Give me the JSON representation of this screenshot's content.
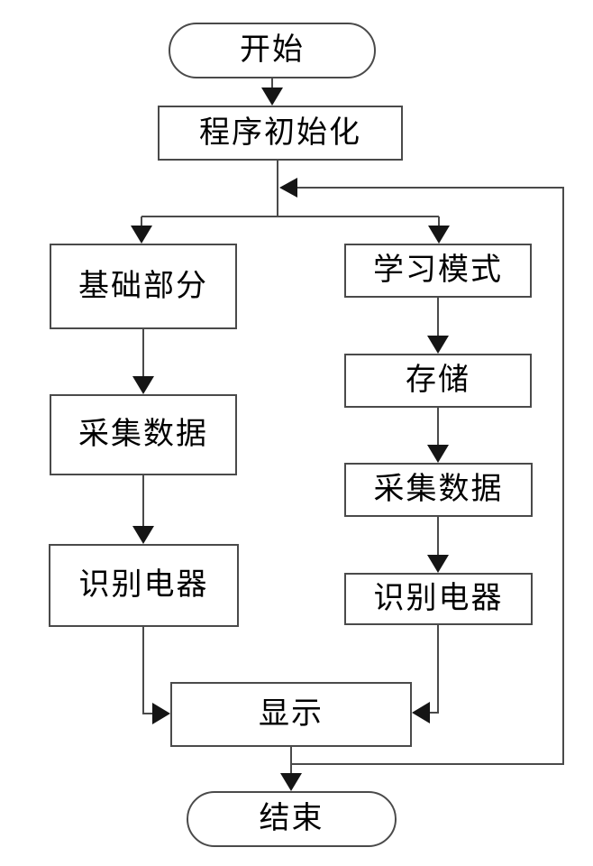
{
  "diagram": {
    "type": "flowchart",
    "background_color": "#ffffff",
    "line_color": "#4a4a4a",
    "arrow_color": "#151515",
    "text_color": "#000000",
    "nodes": {
      "start": {
        "label": "开始",
        "shape": "terminator"
      },
      "init": {
        "label": "程序初始化",
        "shape": "process"
      },
      "basic": {
        "label": "基础部分",
        "shape": "process"
      },
      "collect_left": {
        "label": "采集数据",
        "shape": "process"
      },
      "identify_left": {
        "label": "识别电器",
        "shape": "process"
      },
      "learn": {
        "label": "学习模式",
        "shape": "process"
      },
      "store": {
        "label": "存储",
        "shape": "process"
      },
      "collect_right": {
        "label": "采集数据",
        "shape": "process"
      },
      "identify_right": {
        "label": "识别电器",
        "shape": "process"
      },
      "display": {
        "label": "显示",
        "shape": "process"
      },
      "end": {
        "label": "结束",
        "shape": "terminator"
      }
    },
    "edges": [
      {
        "from": "start",
        "to": "init"
      },
      {
        "from": "init",
        "to": "basic"
      },
      {
        "from": "init",
        "to": "learn"
      },
      {
        "from": "basic",
        "to": "collect_left"
      },
      {
        "from": "collect_left",
        "to": "identify_left"
      },
      {
        "from": "identify_left",
        "to": "display"
      },
      {
        "from": "learn",
        "to": "store"
      },
      {
        "from": "store",
        "to": "collect_right"
      },
      {
        "from": "collect_right",
        "to": "identify_right"
      },
      {
        "from": "identify_right",
        "to": "display"
      },
      {
        "from": "display",
        "to": "end"
      },
      {
        "from": "display",
        "to": "init",
        "type": "feedback-loop"
      }
    ]
  }
}
